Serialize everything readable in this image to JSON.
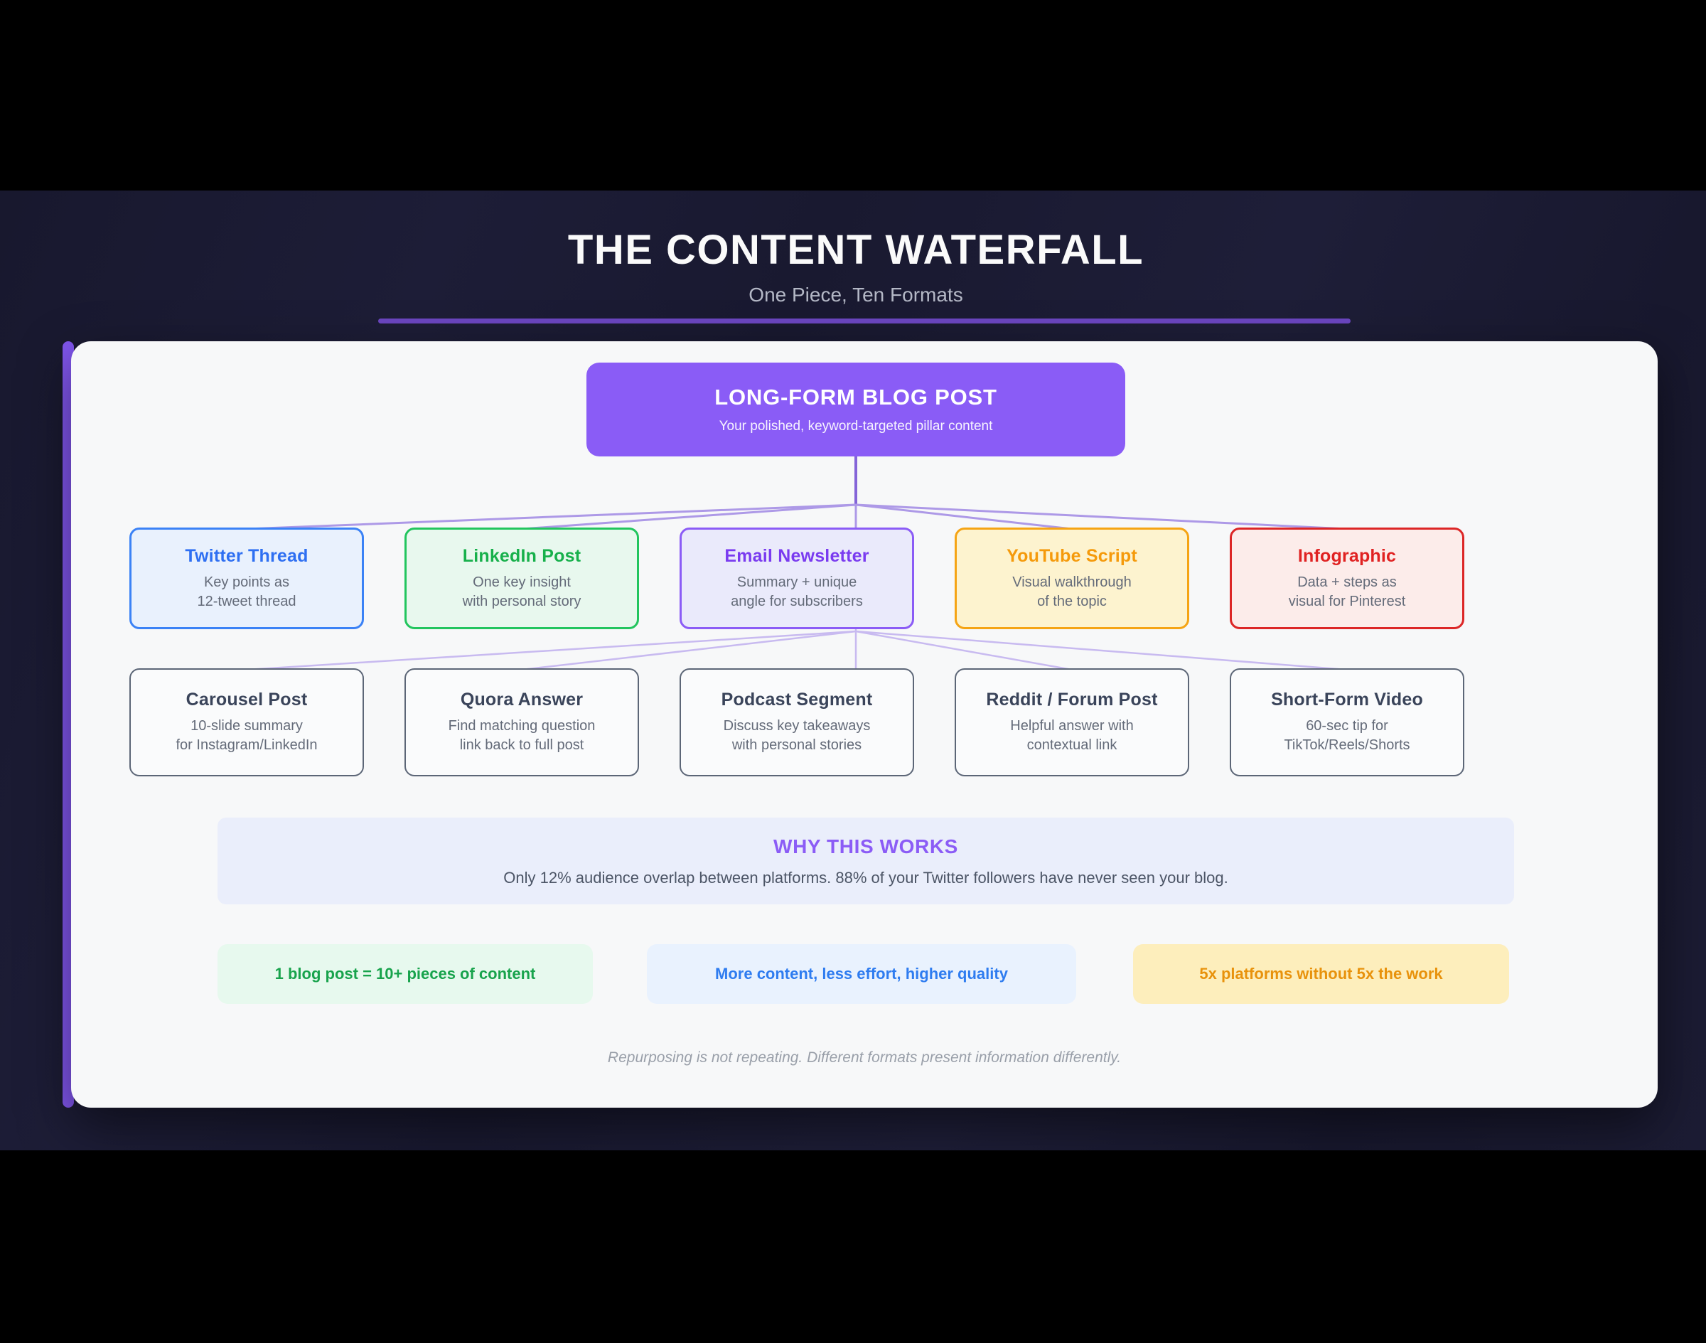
{
  "header": {
    "title": "THE CONTENT WATERFALL",
    "subtitle": "One Piece, Ten Formats"
  },
  "root": {
    "title": "LONG-FORM BLOG POST",
    "subtitle": "Your polished, keyword-targeted pillar content",
    "bg": "#8a5cf6"
  },
  "row1": [
    {
      "title": "Twitter Thread",
      "body": "Key points as\n12-tweet thread",
      "accent": "#2e6ff2",
      "border": "#3b82f6",
      "bg": "#e9f1fd"
    },
    {
      "title": "LinkedIn Post",
      "body": "One key insight\nwith personal story",
      "accent": "#17b04b",
      "border": "#22c55e",
      "bg": "#e8f8ee"
    },
    {
      "title": "Email Newsletter",
      "body": "Summary + unique\nangle for subscribers",
      "accent": "#7a3bf0",
      "border": "#8b5cf6",
      "bg": "#eaeafb"
    },
    {
      "title": "YouTube Script",
      "body": "Visual walkthrough\nof the topic",
      "accent": "#f59a0b",
      "border": "#f5a414",
      "bg": "#fdf3cf"
    },
    {
      "title": "Infographic",
      "body": "Data + steps as\nvisual for Pinterest",
      "accent": "#e02222",
      "border": "#dc2626",
      "bg": "#fcecea"
    }
  ],
  "row2": [
    {
      "title": "Carousel Post",
      "body": "10-slide summary\nfor Instagram/LinkedIn"
    },
    {
      "title": "Quora Answer",
      "body": "Find matching question\nlink back to full post"
    },
    {
      "title": "Podcast Segment",
      "body": "Discuss key takeaways\nwith personal stories"
    },
    {
      "title": "Reddit / Forum Post",
      "body": "Helpful answer with\ncontextual link"
    },
    {
      "title": "Short-Form Video",
      "body": "60-sec tip for\nTikTok/Reels/Shorts"
    }
  ],
  "why": {
    "title": "WHY THIS WORKS",
    "body": "Only 12% audience overlap between platforms. 88% of your Twitter followers have never seen your blog."
  },
  "pills": [
    {
      "text": "1 blog post = 10+ pieces of content",
      "color": "#18a34c",
      "bg": "#e7f9ee"
    },
    {
      "text": "More content, less effort, higher quality",
      "color": "#2e7cf0",
      "bg": "#e9f2fe"
    },
    {
      "text": "5x platforms without 5x the work",
      "color": "#e8920c",
      "bg": "#fdeebc"
    }
  ],
  "footer": {
    "note": "Repurposing is not repeating. Different formats present information differently."
  },
  "styles": {
    "row2": {
      "border": "#5c6677",
      "bg": "#fafbfc",
      "title": "#3a445a"
    },
    "why": {
      "bg": "#eaeefb",
      "title": "#8b5cf6"
    },
    "accent_bar": "#8257f0",
    "divider": "#6b46c1",
    "connector_primary": "#8464d8",
    "connector_row1": "#ad99e7",
    "connector_row2": "#c8baf0"
  }
}
